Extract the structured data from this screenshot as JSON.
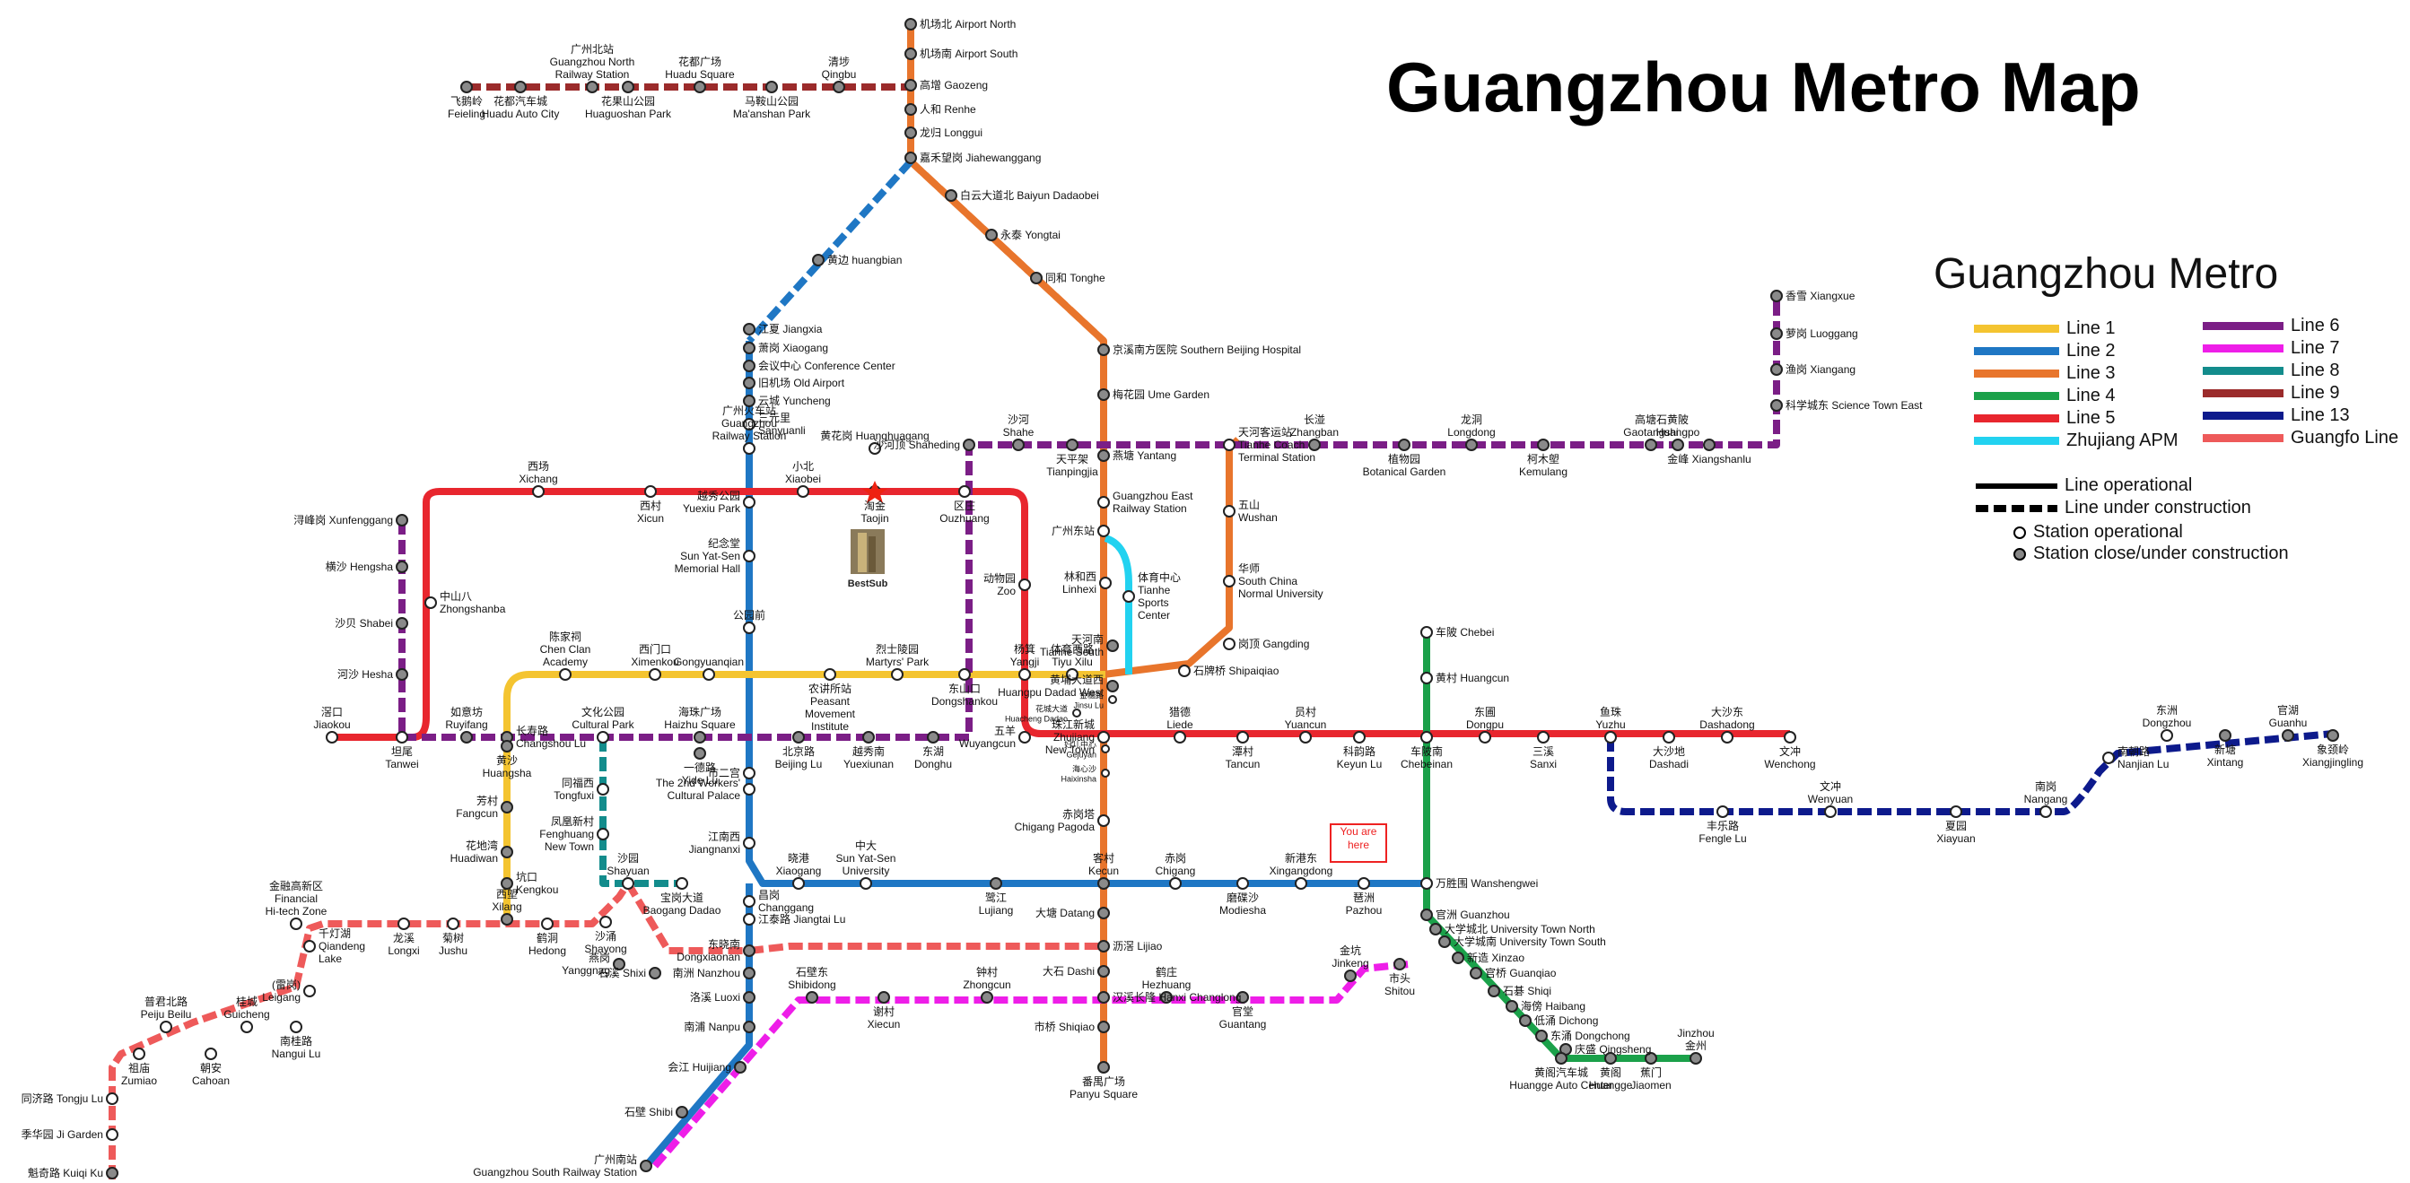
{
  "title": "Guangzhou Metro Map",
  "legend": {
    "title": "Guangzhou Metro",
    "lines": [
      {
        "name": "Line 1",
        "color": "#F4C430"
      },
      {
        "name": "Line 2",
        "color": "#1F77C4"
      },
      {
        "name": "Line 3",
        "color": "#E8752C"
      },
      {
        "name": "Line 4",
        "color": "#1BA14A"
      },
      {
        "name": "Line 5",
        "color": "#E8262E"
      },
      {
        "name": "Zhujiang APM",
        "color": "#22D2F0"
      },
      {
        "name": "Line 6",
        "color": "#7B1E86"
      },
      {
        "name": "Line 7",
        "color": "#EE1EE8"
      },
      {
        "name": "Line 8",
        "color": "#138C8C"
      },
      {
        "name": "Line 9",
        "color": "#9B2B2B"
      },
      {
        "name": "Line 13",
        "color": "#0D1A8C"
      },
      {
        "name": "Guangfo Line",
        "color": "#EE5A5A"
      }
    ],
    "line_operational": "Line operational",
    "line_under_construction": "Line under construction",
    "station_operational": "Station operational",
    "station_closed": "Station close/under construction"
  },
  "you_are_here": "You are here",
  "bestsub_label": "BestSub",
  "stations": [
    {
      "name": "飞鹅岭\nFeieling"
    },
    {
      "name": "广州北站\nGuangzhou North\nRailway Station"
    },
    {
      "name": "花都广场\nHuadu Square"
    },
    {
      "name": "清埗\nQingbu"
    },
    {
      "name": "花都汽车城\nHuadu Auto City"
    },
    {
      "name": "花果山公园\nHuaguoshan Park"
    },
    {
      "name": "马鞍山公园\nMa'anshan Park"
    },
    {
      "name": "机场北 Airport North"
    },
    {
      "name": "机场南 Airport South"
    },
    {
      "name": "高增 Gaozeng"
    },
    {
      "name": "人和 Renhe"
    },
    {
      "name": "龙归 Longgui"
    },
    {
      "name": "嘉禾望岗 Jiahewanggang"
    },
    {
      "name": "白云大道北 Baiyun Dadaobei"
    },
    {
      "name": "永泰 Yongtai"
    },
    {
      "name": "同和 Tonghe"
    },
    {
      "name": "京溪南方医院 Southern Beijing Hospital"
    },
    {
      "name": "梅花园 Ume Garden"
    },
    {
      "name": "黄边 huangbian"
    },
    {
      "name": "江夏 Jiangxia"
    },
    {
      "name": "萧岗 Xiaogang"
    },
    {
      "name": "会议中心 Conference Center"
    },
    {
      "name": "旧机场 Old Airport"
    },
    {
      "name": "云城 Yuncheng"
    },
    {
      "name": "三元里\nSanyuanli"
    },
    {
      "name": "广州火车站\nGuangzhou\nRailway Station"
    },
    {
      "name": "小北\nXiaobei"
    },
    {
      "name": "黄花岗 Huanghuagang"
    },
    {
      "name": "淘金\nTaojin"
    },
    {
      "name": "区庄\nOuzhuang"
    },
    {
      "name": "西场\nXichang"
    },
    {
      "name": "西村\nXicun"
    },
    {
      "name": "越秀公园\nYuexiu Park"
    },
    {
      "name": "纪念堂\nSun Yat-Sen\nMemorial Hall"
    },
    {
      "name": "公园前"
    },
    {
      "name": "浔峰岗 Xunfenggang"
    },
    {
      "name": "横沙 Hengsha"
    },
    {
      "name": "沙贝 Shabei"
    },
    {
      "name": "河沙 Hesha"
    },
    {
      "name": "中山八\nZhongshanba"
    },
    {
      "name": "陈家祠\nChen Clan\nAcademy"
    },
    {
      "name": "西门口\nXimenkou"
    },
    {
      "name": "Gongyuanqian"
    },
    {
      "name": "农讲所站\nPeasant\nMovement\nInstitute"
    },
    {
      "name": "烈士陵园\nMartyrs' Park"
    },
    {
      "name": "东山口\nDongshankou"
    },
    {
      "name": "杨箕\nYangji"
    },
    {
      "name": "体育西路\nTiyu Xilu"
    },
    {
      "name": "沙河顶 Shaheding"
    },
    {
      "name": "沙河\nShahe"
    },
    {
      "name": "天平架\nTianpingjia"
    },
    {
      "name": "燕塘 Yantang"
    },
    {
      "name": "天河客运站\nTianhe Coach\nTerminal Station"
    },
    {
      "name": "长湴\nZhangban"
    },
    {
      "name": "植物园\nBotanical Garden"
    },
    {
      "name": "龙洞\nLongdong"
    },
    {
      "name": "柯木塱\nKemulang"
    },
    {
      "name": "高塘石\nGaotangshi"
    },
    {
      "name": "黄陂\nHuangpo"
    },
    {
      "name": "金峰 Xiangshanlu"
    },
    {
      "name": "香雪 Xiangxue"
    },
    {
      "name": "萝岗 Luoggang"
    },
    {
      "name": "渔岗 Xiangang"
    },
    {
      "name": "科学城东 Science Town East"
    },
    {
      "name": "Guangzhou East\nRailway Station"
    },
    {
      "name": "广州东站"
    },
    {
      "name": "林和西\nLinhexi"
    },
    {
      "name": "体育中心\nTianhe\nSports\nCenter"
    },
    {
      "name": "五山\nWushan"
    },
    {
      "name": "华师\nSouth China\nNormal University"
    },
    {
      "name": "岗顶 Gangding"
    },
    {
      "name": "石牌桥 Shipaiqiao"
    },
    {
      "name": "动物园\nZoo"
    },
    {
      "name": "滘口\nJiaokou"
    },
    {
      "name": "坦尾\nTanwei"
    },
    {
      "name": "如意坊\nRuyifang"
    },
    {
      "name": "长寿路\nChangshou Lu"
    },
    {
      "name": "文化公园\nCultural Park"
    },
    {
      "name": "海珠广场\nHaizhu Square"
    },
    {
      "name": "北京路\nBeijing Lu"
    },
    {
      "name": "越秀南\nYuexiunan"
    },
    {
      "name": "东湖\nDonghu"
    },
    {
      "name": "五羊\nWuyangcun"
    },
    {
      "name": "珠江新城\nZhujiang\nNew Town"
    },
    {
      "name": "猎德\nLiede"
    },
    {
      "name": "潭村\nTancun"
    },
    {
      "name": "员村\nYuancun"
    },
    {
      "name": "科韵路\nKeyun Lu"
    },
    {
      "name": "车陂 Chebei"
    },
    {
      "name": "黄村 Huangcun"
    },
    {
      "name": "车陂南\nChebeinan"
    },
    {
      "name": "东圃\nDongpu"
    },
    {
      "name": "三溪\nSanxi"
    },
    {
      "name": "鱼珠\nYuzhu"
    },
    {
      "name": "大沙地\nDashadi"
    },
    {
      "name": "大沙东\nDashadong"
    },
    {
      "name": "文冲\nWenchong"
    },
    {
      "name": "丰乐路\nFengle Lu"
    },
    {
      "name": "文冲\nWenyuan"
    },
    {
      "name": "夏园\nXiayuan"
    },
    {
      "name": "南岗\nNangang"
    },
    {
      "name": "南朝路\nNanjian Lu"
    },
    {
      "name": "东洲\nDongzhou"
    },
    {
      "name": "新塘\nXintang"
    },
    {
      "name": "官湖\nGuanhu"
    },
    {
      "name": "象颈岭\nXiangjingling"
    },
    {
      "name": "黄沙\nHuangsha"
    },
    {
      "name": "芳村\nFangcun"
    },
    {
      "name": "花地湾\nHuadiwan"
    },
    {
      "name": "坑口\nKengkou"
    },
    {
      "name": "西塱\nXilang"
    },
    {
      "name": "一德路\nYide Lu"
    },
    {
      "name": "市二宫"
    },
    {
      "name": "The 2nd Workers'\nCultural Palace"
    },
    {
      "name": "江南西\nJiangnanxi"
    },
    {
      "name": "同福西\nTongfuxi"
    },
    {
      "name": "凤凰新村\nFenghuang\nNew Town"
    },
    {
      "name": "沙园\nShayuan"
    },
    {
      "name": "晓港\nXiaogang"
    },
    {
      "name": "中大\nSun Yat-Sen\nUniversity"
    },
    {
      "name": "鹭江\nLujiang"
    },
    {
      "name": "客村\nKecun"
    },
    {
      "name": "赤岗塔\nChigang Pagoda"
    },
    {
      "name": "赤岗\nChigang"
    },
    {
      "name": "磨碟沙\nModiesha"
    },
    {
      "name": "新港东\nXingangdong"
    },
    {
      "name": "琶洲\nPazhou"
    },
    {
      "name": "万胜围 Wanshengwei"
    },
    {
      "name": "金融高新区\nFinancial\nHi-tech Zone"
    },
    {
      "name": "千灯湖\nQiandeng\nLake"
    },
    {
      "name": "龙溪\nLongxi"
    },
    {
      "name": "菊树\nJushu"
    },
    {
      "name": "鹤洞\nHedong"
    },
    {
      "name": "沙涌\nShayong"
    },
    {
      "name": "宝岗大道\nBaogang Dadao"
    },
    {
      "name": "昌岗\nChanggang"
    },
    {
      "name": "江泰路 Jiangtai Lu"
    },
    {
      "name": "(雷岗)\nLeigang"
    },
    {
      "name": "普君北路\nPeiju Beilu"
    },
    {
      "name": "桂城\nGuicheng"
    },
    {
      "name": "南桂路\nNangui Lu"
    },
    {
      "name": "祖庙\nZumiao"
    },
    {
      "name": "朝安\nCahoan"
    },
    {
      "name": "同济路 Tongju Lu"
    },
    {
      "name": "季华园 Ji Garden"
    },
    {
      "name": "魁奇路 Kuiqi Ku"
    },
    {
      "name": "燕岗\nYanggnag"
    },
    {
      "name": "石溪 Shixi"
    },
    {
      "name": "东晓南\nDongxiaonan"
    },
    {
      "name": "南洲 Nanzhou"
    },
    {
      "name": "洛溪 Luoxi"
    },
    {
      "name": "南浦 Nanpu"
    },
    {
      "name": "会江 Huijiang"
    },
    {
      "name": "石壁 Shibi"
    },
    {
      "name": "广州南站\nGuangzhou South Railway Station"
    },
    {
      "name": "沥滘 Lijiao"
    },
    {
      "name": "大塘 Datang"
    },
    {
      "name": "石壁东\nShibidong"
    },
    {
      "name": "谢村\nXiecun"
    },
    {
      "name": "钟村\nZhongcun"
    },
    {
      "name": "大石 Dashi"
    },
    {
      "name": "汉溪长隆 Hanxi Changlong"
    },
    {
      "name": "市桥 Shiqiao"
    },
    {
      "name": "番禺广场\nPanyu Square"
    },
    {
      "name": "鹤庄\nHezhuang"
    },
    {
      "name": "官堂\nGuantang"
    },
    {
      "name": "金坑\nJinkeng"
    },
    {
      "name": "市头\nShitou"
    },
    {
      "name": "官洲 Guanzhou"
    },
    {
      "name": "大学城北 University Town North"
    },
    {
      "name": "大学城南 University Town South"
    },
    {
      "name": "新造 Xinzao"
    },
    {
      "name": "官桥 Guanqiao"
    },
    {
      "name": "石碁 Shiqi"
    },
    {
      "name": "海傍 Haibang"
    },
    {
      "name": "低涌 Dichong"
    },
    {
      "name": "东涌 Dongchong"
    },
    {
      "name": "庆盛 Qingsheng"
    },
    {
      "name": "黄阁汽车城\nHuangge Auto Center"
    },
    {
      "name": "黄阁\nHuangge"
    },
    {
      "name": "蕉门\nJiaomen"
    },
    {
      "name": "Jinzhou\n金州"
    },
    {
      "name": "天河南\nTianhe South"
    },
    {
      "name": "黄埔大道西\nHuangpu Dadad West"
    },
    {
      "name": "金穗路\nJinsu Lu"
    },
    {
      "name": "花城大道\nHuacheng Dadao"
    },
    {
      "name": "妇儿中心\nGejuyan"
    },
    {
      "name": "海心沙\nHaixinsha"
    }
  ]
}
